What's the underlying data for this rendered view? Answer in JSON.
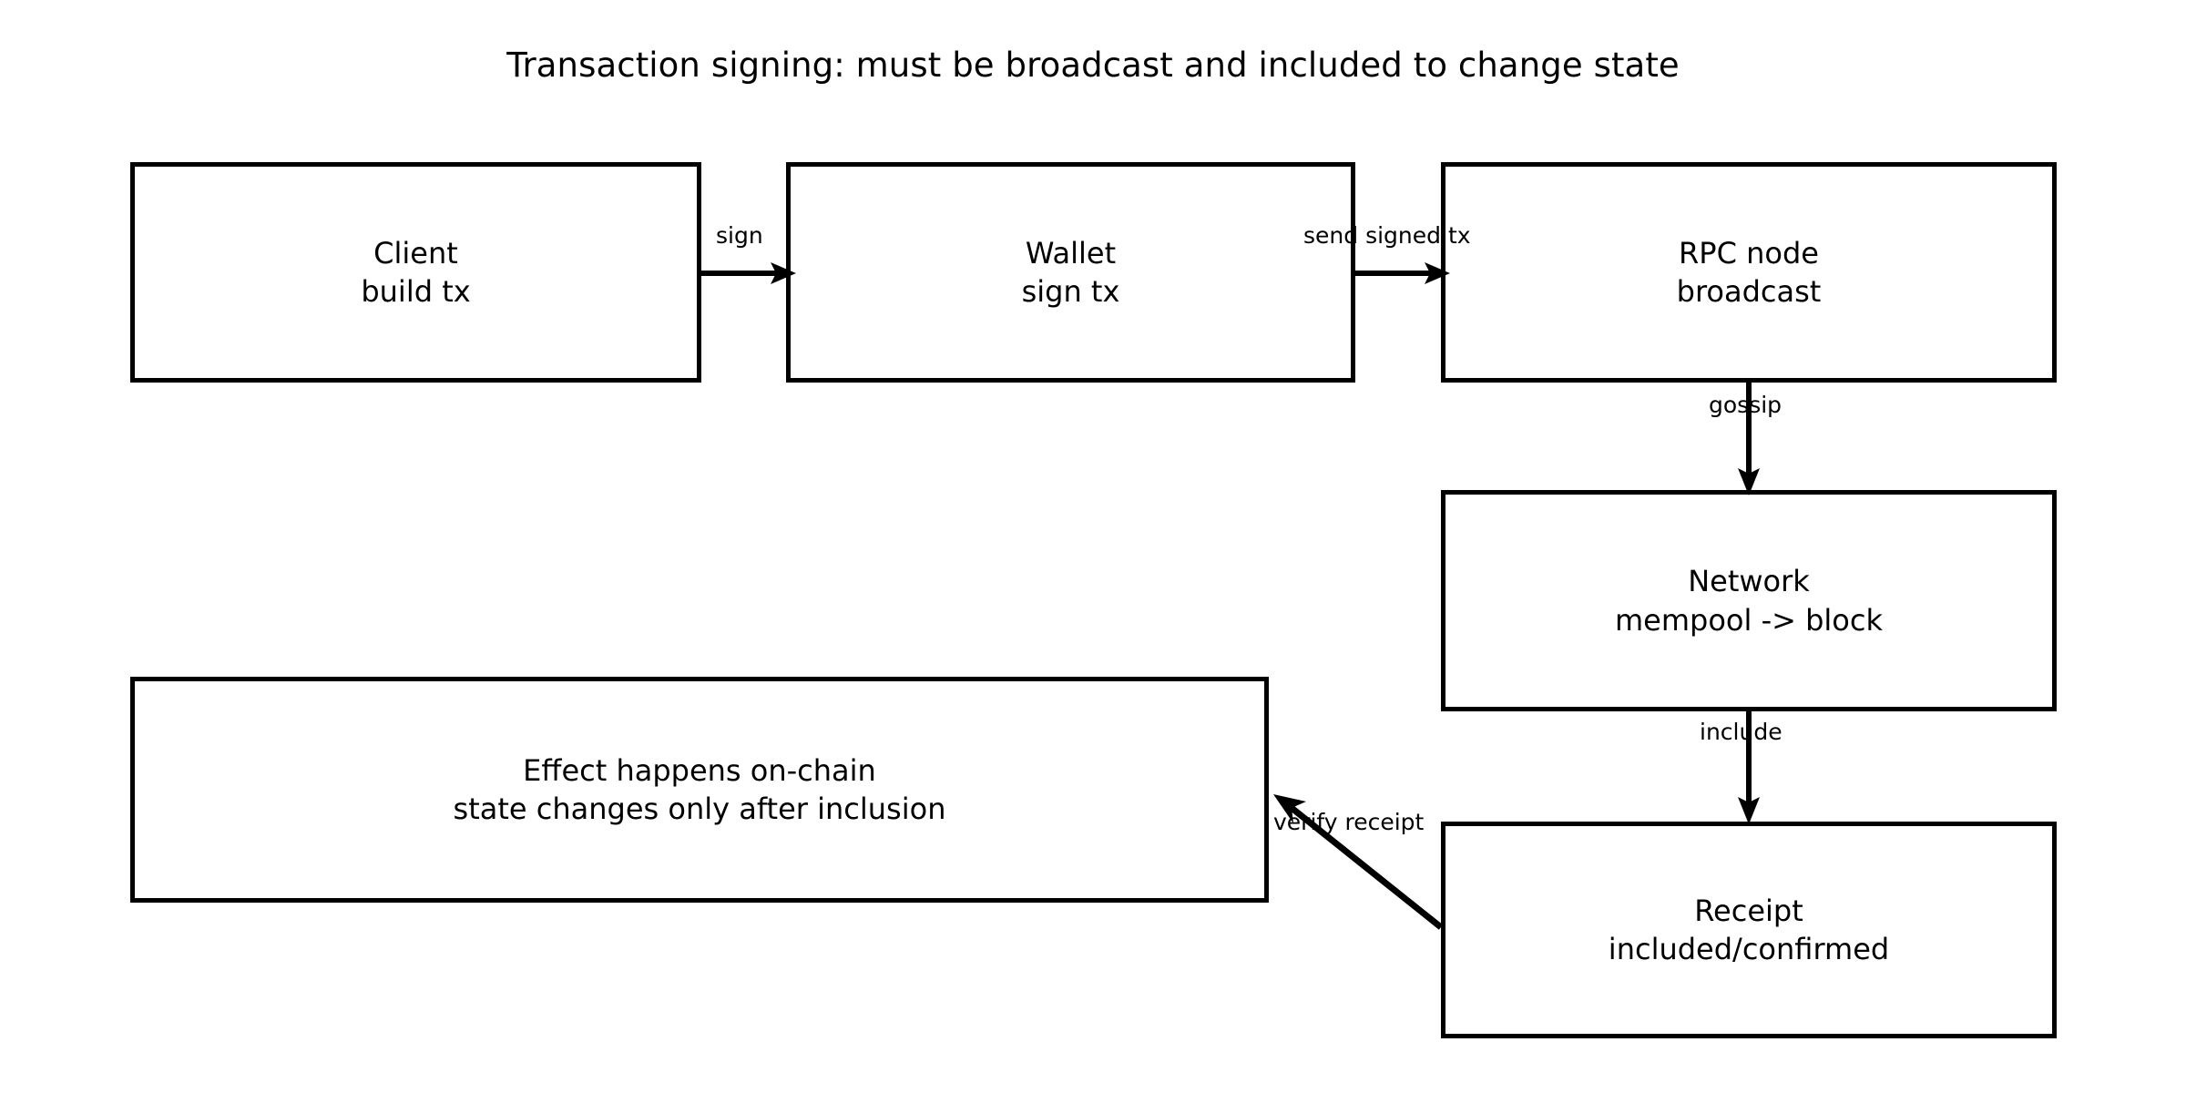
{
  "title": "Transaction signing: must be broadcast and included to change state",
  "diagram": {
    "type": "flowchart",
    "nodes": [
      {
        "id": "client",
        "line1": "Client",
        "line2": "build tx"
      },
      {
        "id": "wallet",
        "line1": "Wallet",
        "line2": "sign tx"
      },
      {
        "id": "rpc",
        "line1": "RPC node",
        "line2": "broadcast"
      },
      {
        "id": "network",
        "line1": "Network",
        "line2": "mempool -> block"
      },
      {
        "id": "receipt",
        "line1": "Receipt",
        "line2": "included/confirmed"
      },
      {
        "id": "effect",
        "line1": "Effect happens on-chain",
        "line2": "state changes only after inclusion"
      }
    ],
    "edges": [
      {
        "id": "sign",
        "from": "client",
        "to": "wallet",
        "label": "sign",
        "direction": "right"
      },
      {
        "id": "send-signed-tx",
        "from": "wallet",
        "to": "rpc",
        "label": "send signed tx",
        "direction": "right"
      },
      {
        "id": "gossip",
        "from": "rpc",
        "to": "network",
        "label": "gossip",
        "direction": "down"
      },
      {
        "id": "include",
        "from": "network",
        "to": "receipt",
        "label": "include",
        "direction": "down"
      },
      {
        "id": "verify-receipt",
        "from": "receipt",
        "to": "effect",
        "label": "verify receipt",
        "direction": "up-left"
      }
    ],
    "colors": {
      "background": "#ffffff",
      "stroke": "#000000",
      "text": "#000000",
      "node_fill": "#ffffff"
    }
  }
}
